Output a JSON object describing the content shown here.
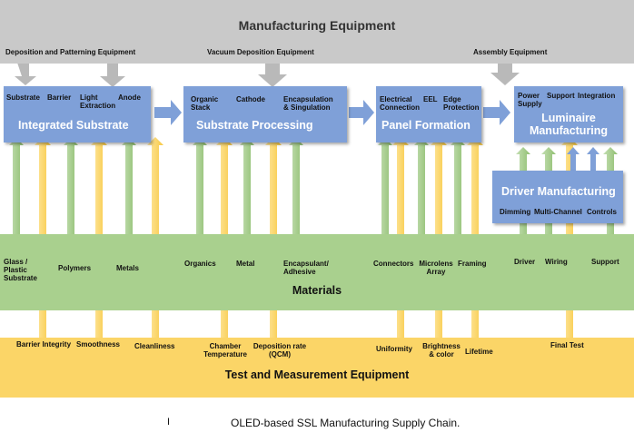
{
  "top": {
    "title": "Manufacturing Equipment",
    "deposition": "Deposition and Patterning Equipment",
    "vacuum": "Vacuum Deposition Equipment",
    "assembly": "Assembly Equipment"
  },
  "boxes": {
    "integrated": {
      "title": "Integrated Substrate",
      "items": [
        "Substrate",
        "Barrier",
        "Light Extraction",
        "Anode"
      ]
    },
    "processing": {
      "title": "Substrate Processing",
      "items": [
        "Organic Stack",
        "Cathode",
        "Encapsulation & Singulation"
      ]
    },
    "panel": {
      "title": "Panel Formation",
      "items": [
        "Electrical Connection",
        "EEL",
        "Edge Protection"
      ]
    },
    "luminaire": {
      "title": "Luminaire Manufacturing",
      "items": [
        "Power Supply",
        "Support",
        "Integration"
      ]
    },
    "driver": {
      "title": "Driver Manufacturing",
      "items": [
        "Dimming",
        "Multi-Channel",
        "Controls"
      ]
    }
  },
  "materials": {
    "title": "Materials",
    "items": [
      "Glass / Plastic Substrate",
      "Polymers",
      "Metals",
      "Organics",
      "Metal",
      "Encapsulant/ Adhesive",
      "Connectors",
      "Microlens Array",
      "Framing",
      "Driver",
      "Wiring",
      "Support"
    ]
  },
  "test": {
    "title": "Test and Measurement Equipment",
    "items": [
      "Barrier Integrity",
      "Smoothness",
      "Cleanliness",
      "Chamber Temperature",
      "Deposition rate (QCM)",
      "Uniformity",
      "Brightness & color",
      "Lifetime",
      "Final Test"
    ]
  },
  "caption": {
    "mark": "I",
    "text": "OLED-based SSL Manufacturing Supply Chain."
  },
  "colors": {
    "equipment_gray": "#c9c9c9",
    "process_blue": "#7fa0d8",
    "materials_green": "#a9d08e",
    "test_yellow": "#fbd567"
  }
}
